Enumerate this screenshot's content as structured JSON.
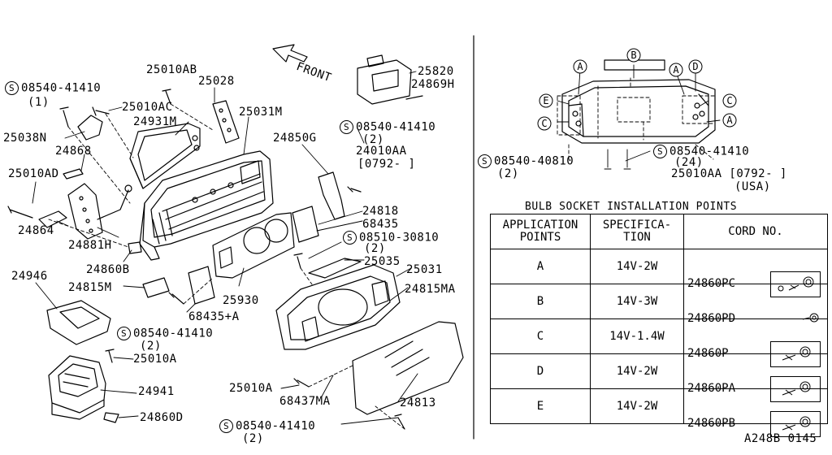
{
  "diagram": {
    "front_label": "FRONT",
    "ref_code": "A248B 0145",
    "left_labels": [
      {
        "id": "s1",
        "text": "08540-41410",
        "circled": "S"
      },
      {
        "id": "s1q",
        "text": "(1)"
      },
      {
        "id": "l25010AB",
        "text": "25010AB"
      },
      {
        "id": "l25028",
        "text": "25028"
      },
      {
        "id": "l25010AC",
        "text": "25010AC"
      },
      {
        "id": "l24931M",
        "text": "24931M"
      },
      {
        "id": "l25031M",
        "text": "25031M"
      },
      {
        "id": "l25038N",
        "text": "25038N"
      },
      {
        "id": "l24868",
        "text": "24868"
      },
      {
        "id": "l25010AD",
        "text": "25010AD"
      },
      {
        "id": "l24864",
        "text": "24864"
      },
      {
        "id": "l24881H",
        "text": "24881H"
      },
      {
        "id": "l24860B",
        "text": "24860B"
      },
      {
        "id": "l24946",
        "text": "24946"
      },
      {
        "id": "l24815M",
        "text": "24815M"
      },
      {
        "id": "l68435A",
        "text": "68435+A"
      },
      {
        "id": "s2",
        "text": "08540-41410",
        "circled": "S"
      },
      {
        "id": "s2q",
        "text": "(2)"
      },
      {
        "id": "l25010A",
        "text": "25010A"
      },
      {
        "id": "l24941",
        "text": "24941"
      },
      {
        "id": "l24860D",
        "text": "24860D"
      },
      {
        "id": "l25820",
        "text": "25820"
      },
      {
        "id": "l24869H",
        "text": "24869H"
      },
      {
        "id": "s3",
        "text": "08540-41410",
        "circled": "S"
      },
      {
        "id": "s3q",
        "text": "(2)"
      },
      {
        "id": "l24850G",
        "text": "24850G"
      },
      {
        "id": "l24010AA",
        "text": "24010AA"
      },
      {
        "id": "l0792",
        "text": "[0792-  ]"
      },
      {
        "id": "l24818",
        "text": "24818"
      },
      {
        "id": "l68435",
        "text": "68435"
      },
      {
        "id": "s4",
        "text": "08510-30810",
        "circled": "S"
      },
      {
        "id": "s4q",
        "text": "(2)"
      },
      {
        "id": "l25035",
        "text": "25035"
      },
      {
        "id": "l25031",
        "text": "25031"
      },
      {
        "id": "l24815MA",
        "text": "24815MA"
      },
      {
        "id": "l25930",
        "text": "25930"
      },
      {
        "id": "l25010A2",
        "text": "25010A"
      },
      {
        "id": "l68437MA",
        "text": "68437MA"
      },
      {
        "id": "l24813",
        "text": "24813"
      },
      {
        "id": "s5",
        "text": "08540-41410",
        "circled": "S"
      },
      {
        "id": "s5q",
        "text": "(2)"
      }
    ],
    "right_labels": [
      {
        "id": "r_s1",
        "text": "08540-40810",
        "circled": "S"
      },
      {
        "id": "r_s1q",
        "text": "(2)"
      },
      {
        "id": "r_s2",
        "text": "08540-41410",
        "circled": "S"
      },
      {
        "id": "r_s2q",
        "text": "(24)"
      },
      {
        "id": "r_25010AA",
        "text": "25010AA [0792-  ]"
      },
      {
        "id": "r_usa",
        "text": "(USA)"
      }
    ],
    "callouts": [
      "A",
      "B",
      "A",
      "D",
      "E",
      "C",
      "C",
      "A"
    ]
  },
  "bulb_table": {
    "title": "BULB SOCKET INSTALLATION POINTS",
    "headers": {
      "points": [
        "APPLICATION",
        "POINTS"
      ],
      "spec": [
        "SPECIFICA-",
        "TION"
      ],
      "cord": "CORD NO."
    },
    "rows": [
      {
        "point": "A",
        "spec": "14V-2W",
        "cord": "24860PC"
      },
      {
        "point": "B",
        "spec": "14V-3W",
        "cord": "24860PD"
      },
      {
        "point": "C",
        "spec": "14V-1.4W",
        "cord": "24860P"
      },
      {
        "point": "D",
        "spec": "14V-2W",
        "cord": "24860PA"
      },
      {
        "point": "E",
        "spec": "14V-2W",
        "cord": "24860PB"
      }
    ]
  }
}
